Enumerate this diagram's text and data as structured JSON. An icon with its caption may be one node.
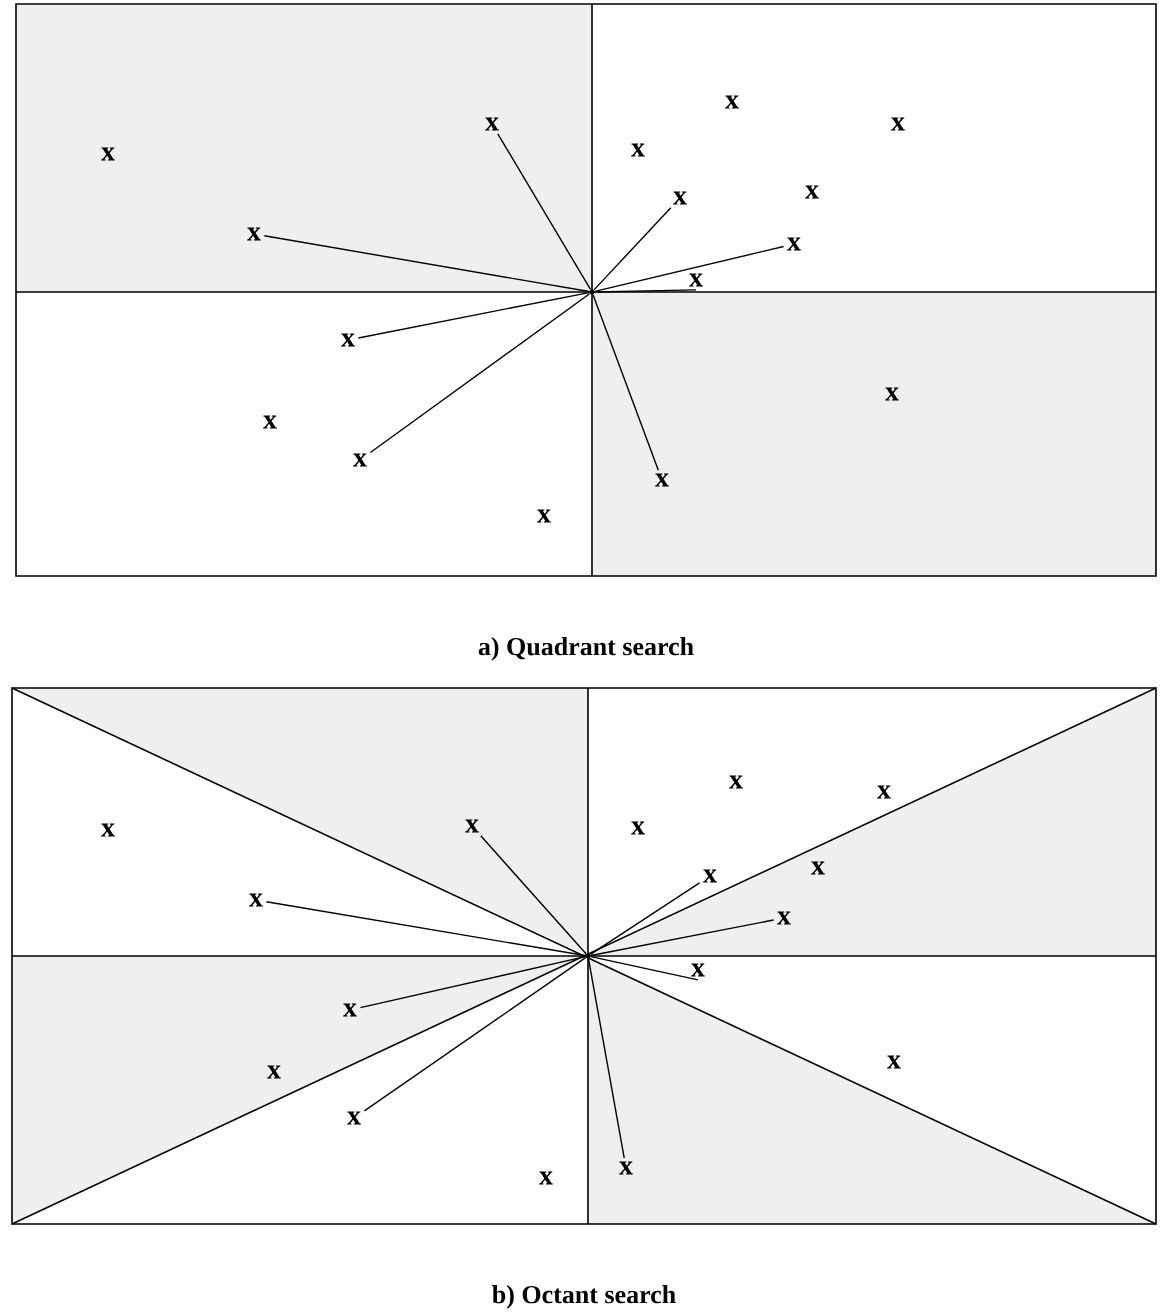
{
  "diagram": {
    "nodes": [
      {
        "text": [],
        "shape": "point"
      },
      {
        "text": [
          "x"
        ]
      },
      {
        "text": [
          "x"
        ]
      },
      {
        "text": [
          "x"
        ]
      },
      {
        "text": [
          "x"
        ]
      },
      {
        "text": [
          "x"
        ]
      },
      {
        "text": [
          "x"
        ]
      },
      {
        "text": [
          "x"
        ]
      },
      {
        "text": [
          "x"
        ]
      },
      {
        "text": [
          "x"
        ]
      },
      {
        "text": [
          "x"
        ]
      },
      {
        "text": [
          "x"
        ]
      },
      {
        "text": [
          "x"
        ]
      },
      {
        "text": [
          "x"
        ]
      },
      {
        "text": [
          "x"
        ]
      },
      {
        "text": [
          "x"
        ]
      },
      {
        "text": [
          "x"
        ]
      },
      {
        "text": [],
        "shape": "point"
      },
      {
        "text": [
          "x"
        ]
      },
      {
        "text": [
          "x"
        ]
      },
      {
        "text": [
          "x"
        ]
      },
      {
        "text": [
          "x"
        ]
      },
      {
        "text": [
          "x"
        ]
      },
      {
        "text": [
          "x"
        ]
      },
      {
        "text": [
          "x"
        ]
      },
      {
        "text": [
          "x"
        ]
      },
      {
        "text": [
          "x"
        ]
      },
      {
        "text": [
          "x"
        ]
      },
      {
        "text": [
          "x"
        ]
      },
      {
        "text": [
          "x"
        ]
      },
      {
        "text": [
          "x"
        ]
      },
      {
        "text": [
          "x"
        ]
      },
      {
        "text": [
          "x"
        ]
      },
      {
        "text": [
          "x"
        ]
      }
    ],
    "edges": [
      {
        "from": 0,
        "to": 2,
        "arrow": "none"
      },
      {
        "from": 0,
        "to": 6,
        "arrow": "none"
      },
      {
        "from": 0,
        "to": 9,
        "arrow": "none"
      },
      {
        "from": 0,
        "to": 10,
        "arrow": "none"
      },
      {
        "from": 0,
        "to": 8,
        "arrow": "none"
      },
      {
        "from": 0,
        "to": 11,
        "arrow": "none"
      },
      {
        "from": 0,
        "to": 14,
        "arrow": "none"
      },
      {
        "from": 0,
        "to": 15,
        "arrow": "none"
      },
      {
        "from": 17,
        "to": 19,
        "arrow": "none"
      },
      {
        "from": 17,
        "to": 23,
        "arrow": "none"
      },
      {
        "from": 17,
        "to": 26,
        "arrow": "none"
      },
      {
        "from": 17,
        "to": 27,
        "arrow": "none"
      },
      {
        "from": 17,
        "to": 25,
        "arrow": "none"
      },
      {
        "from": 17,
        "to": 28,
        "arrow": "none"
      },
      {
        "from": 17,
        "to": 31,
        "arrow": "none"
      },
      {
        "from": 17,
        "to": 32,
        "arrow": "none"
      }
    ],
    "labels": [
      "a) Quadrant search",
      "b) Octant search"
    ]
  }
}
